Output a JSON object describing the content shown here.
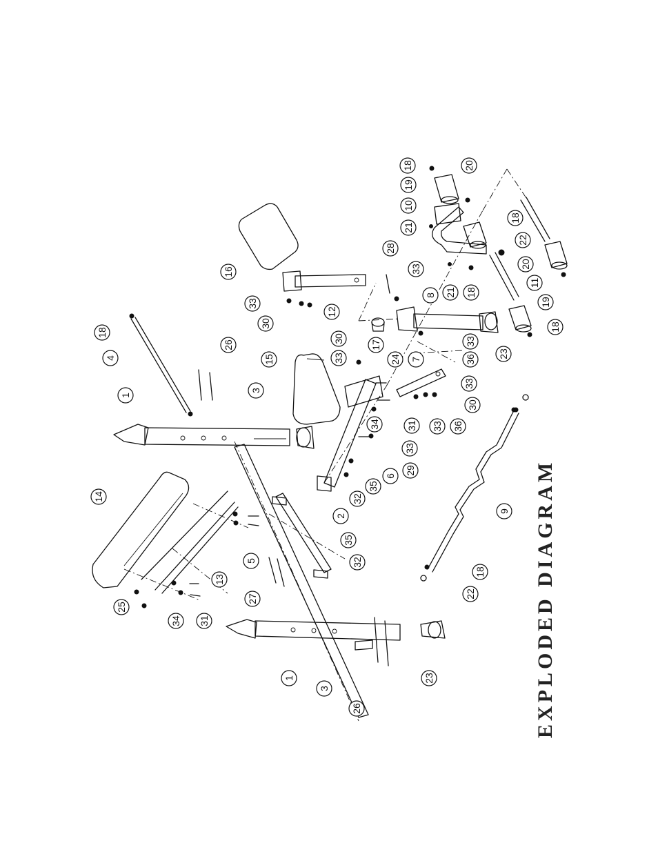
{
  "title": "EXPLODED DIAGRAM",
  "callouts": [
    {
      "label": "18"
    },
    {
      "label": "20"
    },
    {
      "label": "19"
    },
    {
      "label": "10"
    },
    {
      "label": "21"
    },
    {
      "label": "18"
    },
    {
      "label": "22"
    },
    {
      "label": "20"
    },
    {
      "label": "11"
    },
    {
      "label": "21"
    },
    {
      "label": "18"
    },
    {
      "label": "19"
    },
    {
      "label": "18"
    },
    {
      "label": "28"
    },
    {
      "label": "33"
    },
    {
      "label": "8"
    },
    {
      "label": "16"
    },
    {
      "label": "33"
    },
    {
      "label": "30"
    },
    {
      "label": "12"
    },
    {
      "label": "17"
    },
    {
      "label": "33"
    },
    {
      "label": "23"
    },
    {
      "label": "36"
    },
    {
      "label": "24"
    },
    {
      "label": "30"
    },
    {
      "label": "33"
    },
    {
      "label": "7"
    },
    {
      "label": "33"
    },
    {
      "label": "30"
    },
    {
      "label": "36"
    },
    {
      "label": "33"
    },
    {
      "label": "15"
    },
    {
      "label": "34"
    },
    {
      "label": "31"
    },
    {
      "label": "33"
    },
    {
      "label": "29"
    },
    {
      "label": "6"
    },
    {
      "label": "35"
    },
    {
      "label": "32"
    },
    {
      "label": "18"
    },
    {
      "label": "4"
    },
    {
      "label": "1"
    },
    {
      "label": "3"
    },
    {
      "label": "26"
    },
    {
      "label": "14"
    },
    {
      "label": "2"
    },
    {
      "label": "5"
    },
    {
      "label": "35"
    },
    {
      "label": "32"
    },
    {
      "label": "13"
    },
    {
      "label": "27"
    },
    {
      "label": "25"
    },
    {
      "label": "34"
    },
    {
      "label": "31"
    },
    {
      "label": "1"
    },
    {
      "label": "3"
    },
    {
      "label": "26"
    },
    {
      "label": "23"
    },
    {
      "label": "9"
    },
    {
      "label": "18"
    },
    {
      "label": "22"
    }
  ]
}
